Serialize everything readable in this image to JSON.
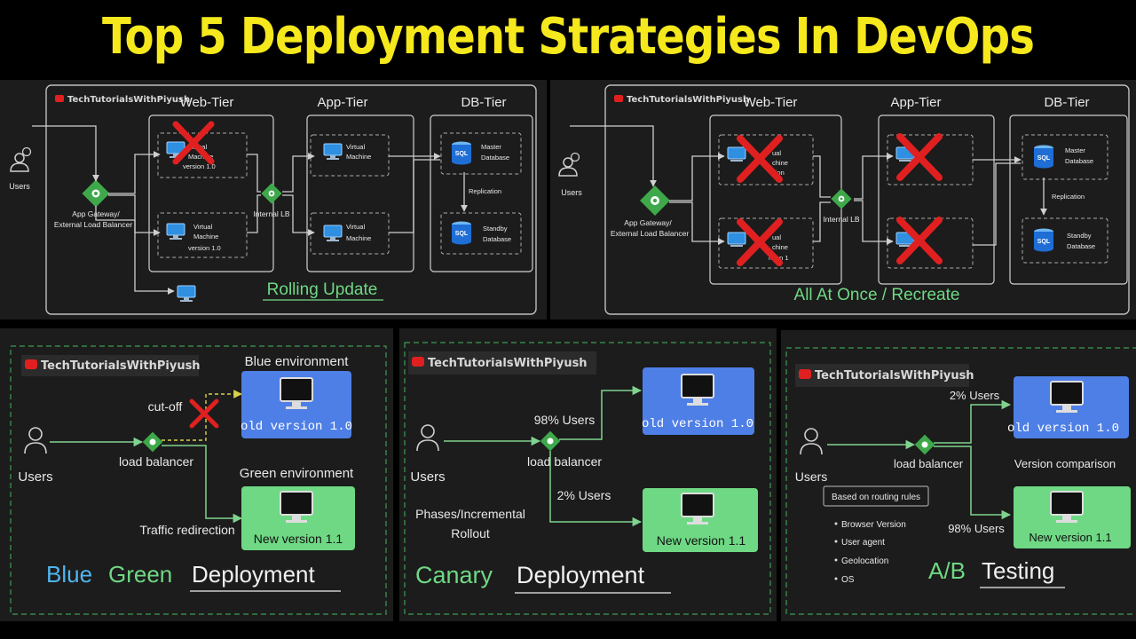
{
  "title": "Top 5 Deployment Strategies In DevOps",
  "brand": "TechTutorialsWithPiyush",
  "colors": {
    "title": "#f5e81c",
    "blue": "#4e7fe6",
    "green": "#6fd884",
    "blue_text": "#4fb6f0",
    "green_text": "#6fd884",
    "red": "#e02020"
  },
  "rolling": {
    "tiers": [
      "Web-Tier",
      "App-Tier",
      "DB-Tier"
    ],
    "users": "Users",
    "gateway": "App Gateway/",
    "gateway2": "External Load Balancer",
    "internal_lb": "Internal LB",
    "vm_web1a": "Virtual",
    "vm_web1b": "Machine",
    "vm_web1c": "version 1.0",
    "vm_web2a": "Virtual",
    "vm_web2b": "Machine",
    "vm_web2c": "version 1.0",
    "vm_app1a": "Virtual",
    "vm_app1b": "Machine",
    "vm_app2a": "Virtual",
    "vm_app2b": "Machine",
    "db_master_a": "Master",
    "db_master_b": "Database",
    "db_replication": "Replication",
    "db_standby_a": "Standby",
    "db_standby_b": "Database",
    "sql": "SQL",
    "caption": "Rolling Update"
  },
  "recreate": {
    "tiers": [
      "Web-Tier",
      "App-Tier",
      "DB-Tier"
    ],
    "users": "Users",
    "gateway": "App Gateway/",
    "gateway2": "External Load Balancer",
    "internal_lb": "Internal LB",
    "db_master_a": "Master",
    "db_master_b": "Database",
    "db_replication": "Replication",
    "db_standby_a": "Standby",
    "db_standby_b": "Database",
    "sql": "SQL",
    "vm_frag1": "ual",
    "vm_frag2": "chine",
    "vm_frag3": "sion",
    "vm_frag4": "ual",
    "vm_frag5": "chine",
    "vm_frag6": "rsion 1",
    "caption": "All At Once / Recreate"
  },
  "bluegreen": {
    "users": "Users",
    "lb": "load balancer",
    "cutoff": "cut-off",
    "blue_env": "Blue environment",
    "green_env": "Green environment",
    "old": "old version 1.0",
    "new": "New version 1.1",
    "redirect": "Traffic redirection",
    "caption_blue": "Blue",
    "caption_green": "Green",
    "caption_rest": "Deployment"
  },
  "canary": {
    "users": "Users",
    "lb": "load balancer",
    "pct_major": "98% Users",
    "pct_minor": "2% Users",
    "phases1": "Phases/Incremental",
    "phases2": "Rollout",
    "old": "old version 1.0",
    "new": "New version 1.1",
    "caption_canary": "Canary",
    "caption_rest": "Deployment"
  },
  "ab": {
    "users": "Users",
    "lb": "load balancer",
    "pct_minor": "2% Users",
    "pct_major": "98% Users",
    "comparison": "Version comparison",
    "rules": "Based on routing rules",
    "bullets": [
      "Browser Version",
      "User agent",
      "Geolocation",
      "OS"
    ],
    "old": "old version 1.0",
    "new": "New version 1.1",
    "caption_ab": "A/B",
    "caption_rest": "Testing"
  }
}
